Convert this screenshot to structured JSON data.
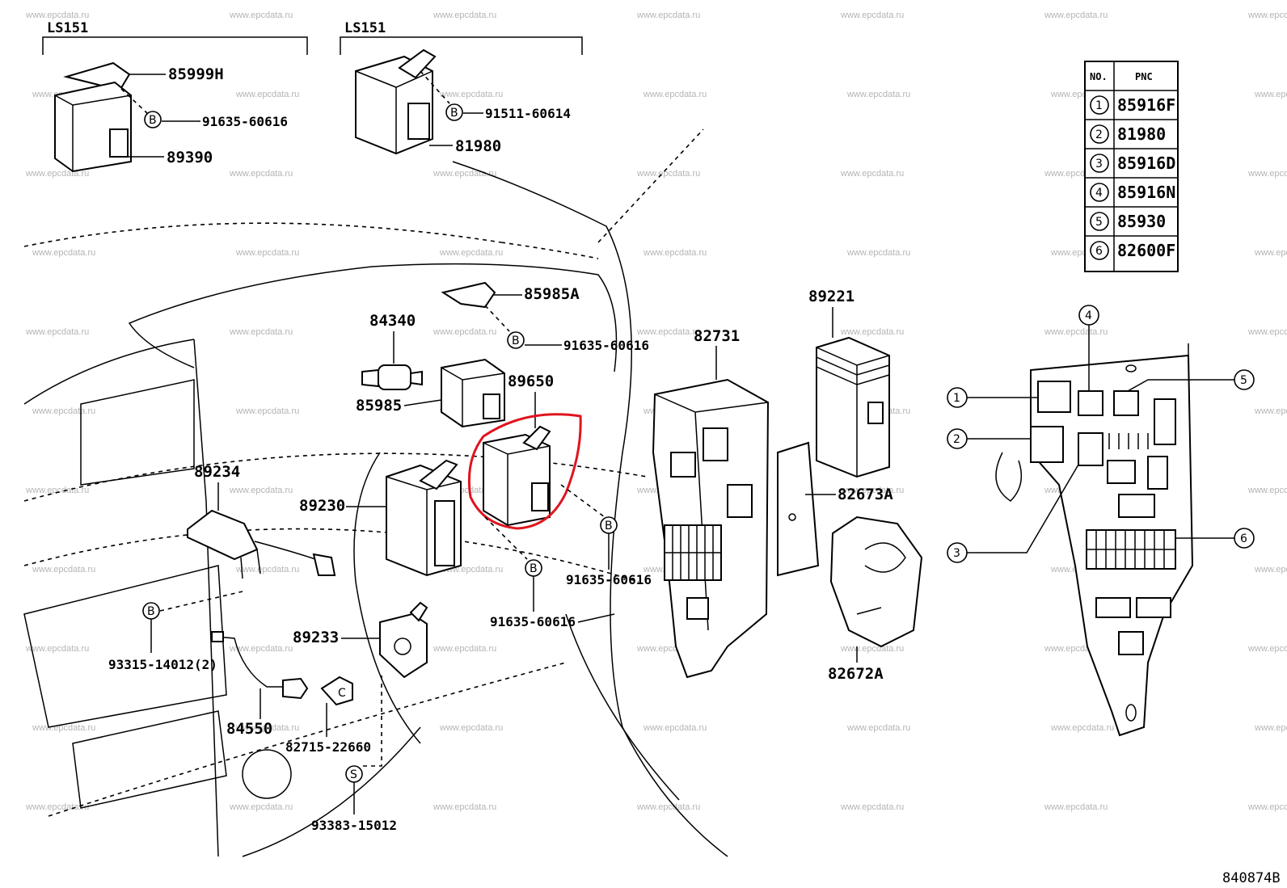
{
  "groups": {
    "left": "LS151",
    "right": "LS151"
  },
  "parts": {
    "p85999H": "85999H",
    "p91635_60616_a": "91635-60616",
    "p89390": "89390",
    "p91511_60614": "91511-60614",
    "p81980": "81980",
    "p85985A": "85985A",
    "p91635_60616_b": "91635-60616",
    "p84340": "84340",
    "p89650": "89650",
    "p85985": "85985",
    "p82731": "82731",
    "p89221": "89221",
    "p89234": "89234",
    "p89230": "89230",
    "p82673A": "82673A",
    "p91635_60616_c": "91635-60616",
    "p91635_60616_d": "91635-60616",
    "p93315_14012": "93315-14012(2)",
    "p89233": "89233",
    "p82672A": "82672A",
    "p84550": "84550",
    "p82715_22660": "82715-22660",
    "p93383_15012": "93383-15012"
  },
  "markers": {
    "B": "B",
    "S": "S",
    "C": "C"
  },
  "table": {
    "headers": [
      "NO.",
      "PNC"
    ],
    "rows": [
      {
        "no": "1",
        "pnc": "85916F"
      },
      {
        "no": "2",
        "pnc": "81980"
      },
      {
        "no": "3",
        "pnc": "85916D"
      },
      {
        "no": "4",
        "pnc": "85916N"
      },
      {
        "no": "5",
        "pnc": "85930"
      },
      {
        "no": "6",
        "pnc": "82600F"
      }
    ]
  },
  "callouts": [
    "1",
    "2",
    "3",
    "4",
    "5",
    "6"
  ],
  "watermark": "www.epcdata.ru",
  "footer_code": "840874B",
  "highlight_color": "#e0141e"
}
